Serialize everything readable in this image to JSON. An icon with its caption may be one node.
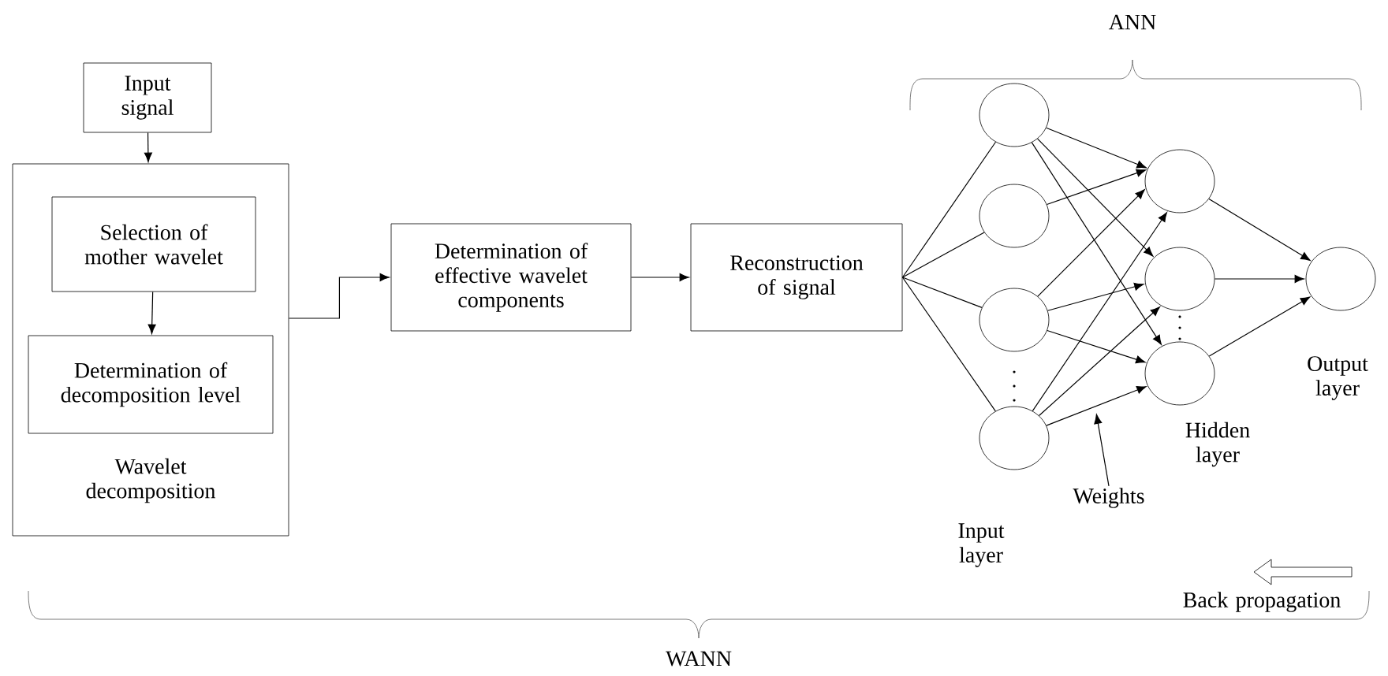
{
  "diagram": {
    "nodes": [
      {
        "text": [
          "Input signal"
        ]
      },
      {
        "text": [
          "Wavelet decomposition"
        ]
      },
      {
        "text": [
          "Selection of mother wavelet"
        ],
        "in": 1
      },
      {
        "text": [
          "Determination of decomposition level"
        ],
        "in": 1
      },
      {
        "text": [
          "Determination of effective wavelet components"
        ]
      },
      {
        "text": [
          "Reconstruction of signal"
        ]
      },
      {
        "text": [],
        "shape": "circle"
      },
      {
        "text": [],
        "shape": "circle"
      },
      {
        "text": [],
        "shape": "circle"
      },
      {
        "text": [],
        "shape": "circle"
      },
      {
        "text": [],
        "shape": "circle"
      },
      {
        "text": [],
        "shape": "circle"
      },
      {
        "text": [],
        "shape": "circle"
      },
      {
        "text": [],
        "shape": "circle"
      },
      {
        "text": [
          "Weights"
        ]
      }
    ],
    "edges": [
      {
        "from": 0,
        "to": 1,
        "arrow": "to"
      },
      {
        "from": 2,
        "to": 3,
        "arrow": "to"
      },
      {
        "from": 1,
        "to": 4,
        "arrow": "to"
      },
      {
        "from": 4,
        "to": 5,
        "arrow": "to"
      },
      {
        "from": 5,
        "to": 6,
        "arrow": "none"
      },
      {
        "from": 5,
        "to": 7,
        "arrow": "none"
      },
      {
        "from": 5,
        "to": 8,
        "arrow": "none"
      },
      {
        "from": 5,
        "to": 9,
        "arrow": "none"
      },
      {
        "from": 6,
        "to": 10,
        "arrow": "to"
      },
      {
        "from": 6,
        "to": 11,
        "arrow": "to"
      },
      {
        "from": 6,
        "to": 12,
        "arrow": "to"
      },
      {
        "from": 7,
        "to": 10,
        "arrow": "to"
      },
      {
        "from": 8,
        "to": 10,
        "arrow": "to"
      },
      {
        "from": 8,
        "to": 11,
        "arrow": "to"
      },
      {
        "from": 8,
        "to": 12,
        "arrow": "to"
      },
      {
        "from": 9,
        "to": 10,
        "arrow": "to"
      },
      {
        "from": 9,
        "to": 11,
        "arrow": "to"
      },
      {
        "from": 9,
        "to": 12,
        "arrow": "to"
      },
      {
        "from": 10,
        "to": 13,
        "arrow": "to"
      },
      {
        "from": 11,
        "to": 13,
        "arrow": "to"
      },
      {
        "from": 12,
        "to": 13,
        "arrow": "to"
      },
      {
        "from": 14,
        "to": null,
        "arrow": "to"
      }
    ],
    "labels": [
      "ANN",
      "Output layer",
      "Hidden layer",
      "Input layer",
      "Back propagation",
      "WANN"
    ]
  }
}
